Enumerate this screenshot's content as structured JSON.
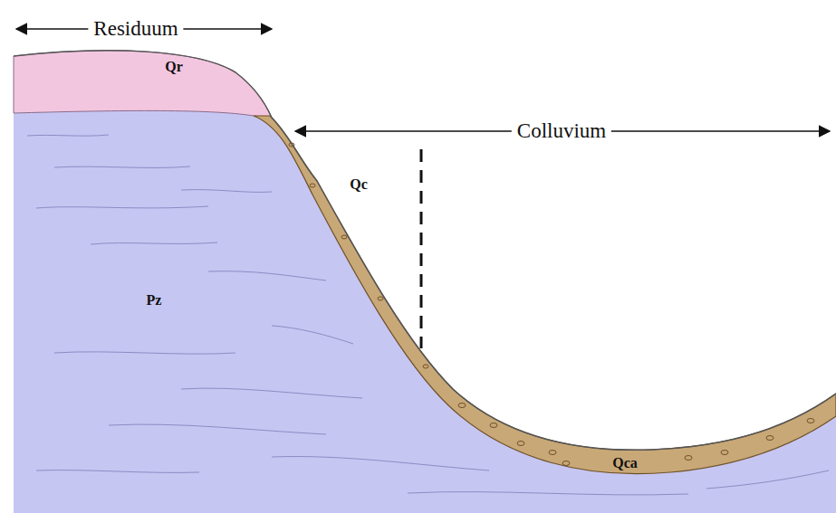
{
  "diagram": {
    "labels": [
      "Residuum",
      "Colluvium",
      "Qr",
      "Qc",
      "Pz",
      "Qca"
    ]
  }
}
